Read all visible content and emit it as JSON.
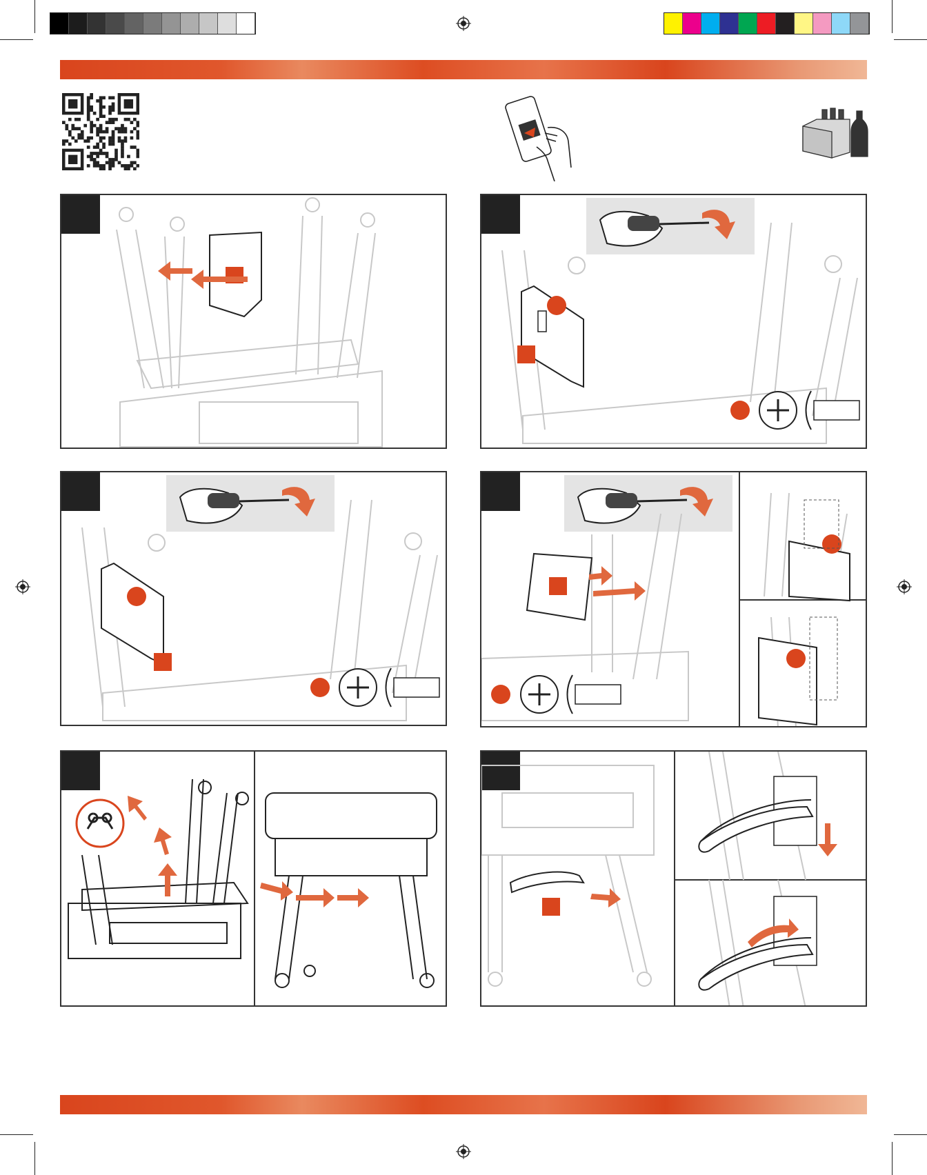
{
  "colors": {
    "accent": "#d9451d",
    "ink": "#222222",
    "line": "#c8c8c8",
    "tool_bg": "#e4e4e4"
  },
  "grayscale_swatches": [
    "#000000",
    "#1c1c1c",
    "#333333",
    "#4a4a4a",
    "#636363",
    "#7b7b7b",
    "#949494",
    "#adadad",
    "#c6c6c6",
    "#dedede",
    "#ffffff"
  ],
  "color_swatches": [
    "#fff200",
    "#ec008c",
    "#00aeef",
    "#2e3192",
    "#00a651",
    "#ed1c24",
    "#231f20",
    "#fff685",
    "#f49ac1",
    "#8ed8f8",
    "#939598"
  ],
  "icons": {
    "qr": "qr-code-icon",
    "phone": "phone-video-icon",
    "beverage": "six-pack-icon",
    "screw": "phillips-screw-icon",
    "two_person": "two-person-lift-icon"
  },
  "steps": [
    {
      "id": "step-1"
    },
    {
      "id": "step-2"
    },
    {
      "id": "step-3"
    },
    {
      "id": "step-4"
    },
    {
      "id": "step-5"
    },
    {
      "id": "step-6"
    }
  ]
}
